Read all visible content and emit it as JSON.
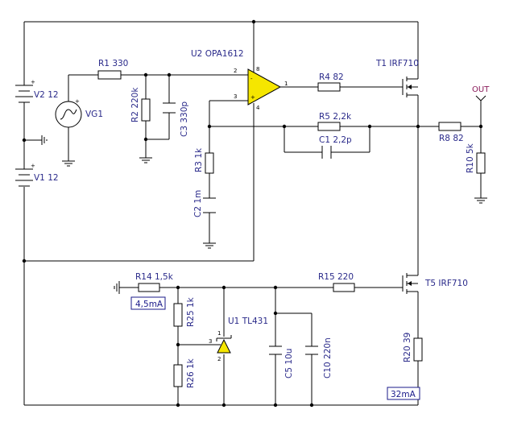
{
  "components": {
    "r1": "R1 330",
    "r2": "R2 220k",
    "c3": "C3 330p",
    "u2": "U2 OPA1612",
    "r4": "R4 82",
    "t1": "T1 IRF710",
    "out": "OUT",
    "r5": "R5 2,2k",
    "c1": "C1 2,2p",
    "r8": "R8 82",
    "r10": "R10 5k",
    "r3": "R3 1k",
    "c2": "C2 1m",
    "v2": "V2 12",
    "v1": "V1 12",
    "vg1": "VG1",
    "r14": "R14 1,5k",
    "r15": "R15 220",
    "t5": "T5 IRF710",
    "r25": "R25 1k",
    "r26": "R26 1k",
    "u1": "U1 TL431",
    "c5": "C5 10u",
    "c10": "C10 220n",
    "r20": "R20 39"
  },
  "probes": {
    "i_ref": "4,5mA",
    "i_bias": "32mA"
  },
  "pins": {
    "u2_in_neg": "2",
    "u2_in_pos": "3",
    "u2_out": "1",
    "u2_vpos": "8",
    "u2_vneg": "4",
    "u1_ref": "3",
    "u1_anode": "2",
    "u1_cathode": "1"
  },
  "signs": {
    "plus": "+",
    "minus": "-",
    "ground_mark": "|.",
    "gen_plus": "+"
  },
  "colors": {
    "wire": "#000000",
    "label": "#2a2a8a",
    "opamp_fill": "#f5e600",
    "out_label": "#8a1a5a",
    "probe_border": "#1a1a8a"
  }
}
